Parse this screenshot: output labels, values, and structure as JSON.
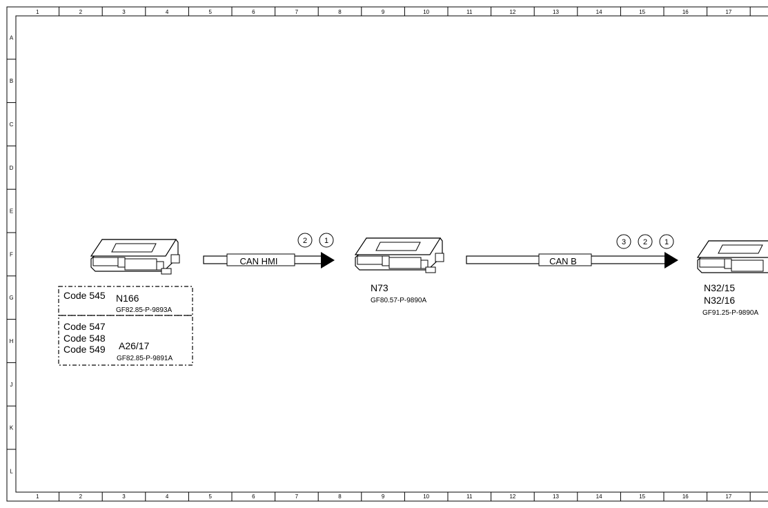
{
  "grid": {
    "columns": [
      "1",
      "2",
      "3",
      "4",
      "5",
      "6",
      "7",
      "8",
      "9",
      "10",
      "11",
      "12",
      "13",
      "14",
      "15",
      "16",
      "17",
      ""
    ],
    "rows": [
      "A",
      "B",
      "C",
      "D",
      "E",
      "F",
      "G",
      "H",
      "J",
      "K",
      "L"
    ]
  },
  "buses": {
    "can_hmi": {
      "label": "CAN HMI",
      "markers": [
        "2",
        "1"
      ]
    },
    "can_b": {
      "label": "CAN B",
      "markers": [
        "3",
        "2",
        "1"
      ]
    }
  },
  "modules": {
    "left": {
      "group1": {
        "codes": [
          "Code 545"
        ],
        "name": "N166",
        "ref": "GF82.85-P-9893A"
      },
      "group2": {
        "codes": [
          "Code 547",
          "Code 548",
          "Code 549"
        ],
        "name": "A26/17",
        "ref": "GF82.85-P-9891A"
      }
    },
    "center": {
      "name": "N73",
      "ref": "GF80.57-P-9890A"
    },
    "right": {
      "names": [
        "N32/15",
        "N32/16"
      ],
      "ref": "GF91.25-P-9890A"
    }
  }
}
